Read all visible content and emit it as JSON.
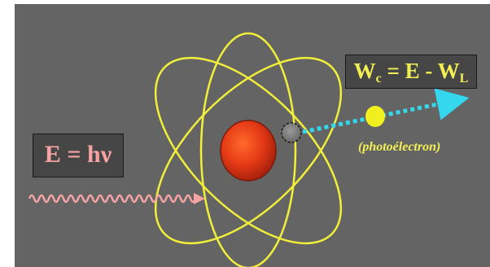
{
  "diagram": {
    "photon_energy": {
      "lhs": "E",
      "eq": " = ",
      "rhs": "hν"
    },
    "kinetic_energy": {
      "w": "W",
      "w_sub": "c",
      "mid": " = E - ",
      "wl": "W",
      "wl_sub": "L"
    },
    "electron_label": "(photoélectron)"
  },
  "colors": {
    "background": "#646464",
    "orbit": "#f2ef3a",
    "nucleus": "#e53a16",
    "photon_wave": "#f5a3a3",
    "electron": "#f2ef1e",
    "electron_path": "#35d7ee",
    "vacancy": "#7a7a7a"
  }
}
